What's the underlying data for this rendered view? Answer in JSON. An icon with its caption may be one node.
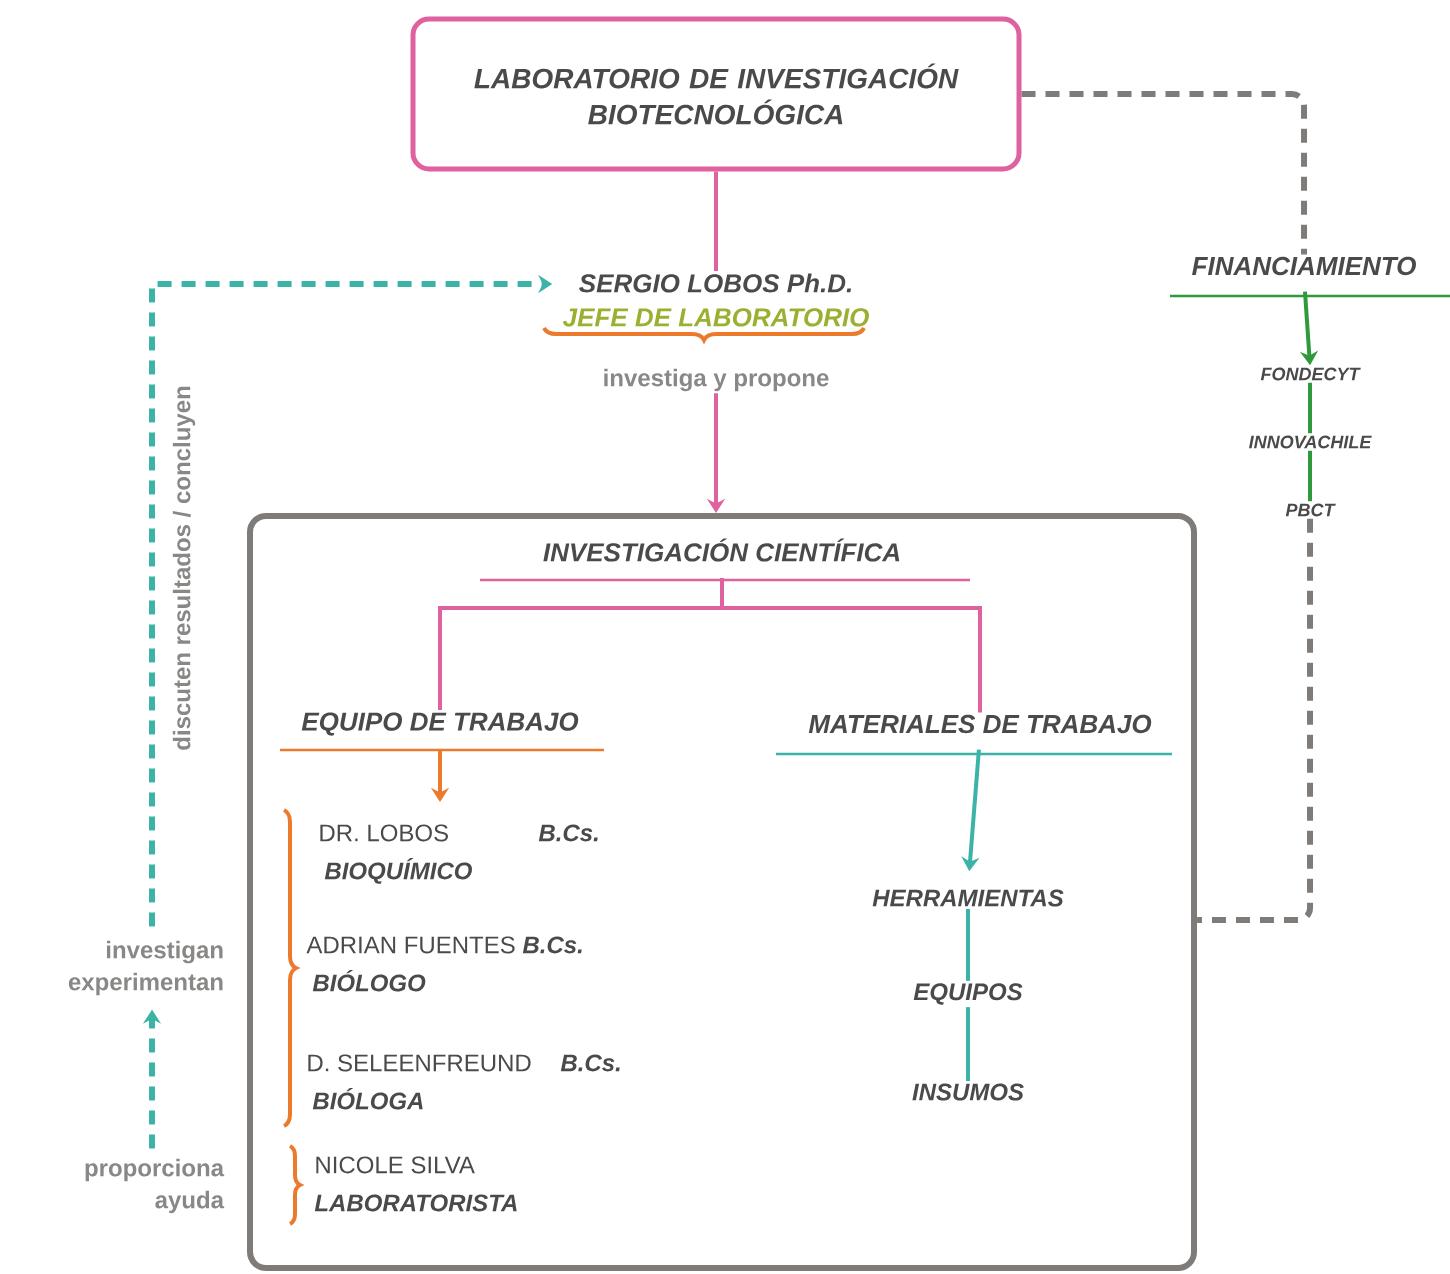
{
  "diagram": {
    "nodes": [
      {
        "text": [
          "LABORATORIO DE INVESTIGACIÓN BIOTECNOLÓGICA"
        ]
      },
      {
        "text": [
          "SERGIO LOBOS Ph.D.",
          "JEFE DE LABORATORIO"
        ]
      },
      {
        "text": [
          "FINANCIAMIENTO"
        ]
      },
      {
        "text": [
          "FONDECYT"
        ]
      },
      {
        "text": [
          "INNOVACHILE"
        ]
      },
      {
        "text": [
          "PBCT"
        ]
      },
      {
        "text": [],
        "shape": "box"
      },
      {
        "text": [
          "INVESTIGACIÓN CIENTÍFICA"
        ],
        "in": 6
      },
      {
        "text": [
          "EQUIPO DE TRABAJO"
        ],
        "in": 6
      },
      {
        "text": [
          "MATERIALES DE TRABAJO"
        ],
        "in": 6
      },
      {
        "text": [
          "DR. LOBOS",
          "B.Cs.",
          "BIOQUÍMICO"
        ],
        "in": 6
      },
      {
        "text": [
          "ADRIAN FUENTES",
          "B.Cs.",
          "BIÓLOGO"
        ],
        "in": 6
      },
      {
        "text": [
          "D. SELEENFREUND",
          "B.Cs.",
          "BIÓLOGA"
        ],
        "in": 6
      },
      {
        "text": [
          "NICOLE SILVA",
          "LABORATORISTA"
        ],
        "in": 6
      },
      {
        "text": [
          "HERRAMIENTAS"
        ],
        "in": 6
      },
      {
        "text": [
          "EQUIPOS"
        ],
        "in": 6
      },
      {
        "text": [
          "INSUMOS"
        ],
        "in": 6
      },
      {
        "text": [
          "investigan experimentan"
        ]
      },
      {
        "text": [
          "proporciona ayuda"
        ]
      }
    ],
    "edges": [
      {
        "from": 0,
        "to": 1,
        "arrow": "none",
        "color": "#e0619f"
      },
      {
        "from": 1,
        "to": 6,
        "arrow": "to",
        "label": "investiga y propone",
        "color": "#e0619f"
      },
      {
        "from": 0,
        "to": 2,
        "arrow": "none",
        "style": "dashed",
        "color": "#7f7b78"
      },
      {
        "from": 2,
        "to": 3,
        "arrow": "to",
        "color": "#2e9a3c"
      },
      {
        "from": 3,
        "to": 4,
        "arrow": "none",
        "color": "#2e9a3c"
      },
      {
        "from": 4,
        "to": 5,
        "arrow": "none",
        "color": "#2e9a3c"
      },
      {
        "from": 5,
        "to": 6,
        "arrow": "none",
        "style": "dashed",
        "color": "#7f7b78"
      },
      {
        "from": 7,
        "to": 8,
        "arrow": "none",
        "color": "#e0619f"
      },
      {
        "from": 7,
        "to": 9,
        "arrow": "none",
        "color": "#e0619f"
      },
      {
        "from": 8,
        "to": 10,
        "arrow": "to",
        "color": "#ec7a2c"
      },
      {
        "from": 9,
        "to": 14,
        "arrow": "to",
        "color": "#3bb3a6"
      },
      {
        "from": 14,
        "to": 15,
        "arrow": "none",
        "color": "#3bb3a6"
      },
      {
        "from": 15,
        "to": 16,
        "arrow": "none",
        "color": "#3bb3a6"
      },
      {
        "from": 18,
        "to": 17,
        "arrow": "to",
        "style": "dashed",
        "color": "#3bb3a6"
      },
      {
        "from": 17,
        "to": 1,
        "arrow": "to",
        "style": "dashed",
        "label": "discuten resultados / concluyen",
        "color": "#3bb3a6"
      }
    ]
  }
}
